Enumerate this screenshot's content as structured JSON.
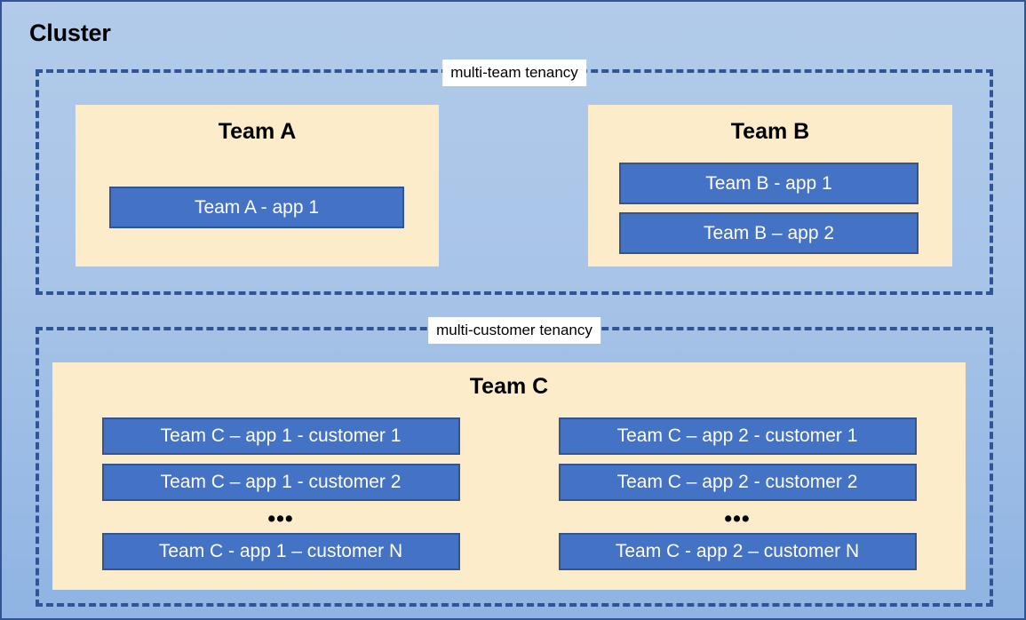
{
  "diagram": {
    "title": "Cluster",
    "colors": {
      "canvas_top": "#b2cbea",
      "canvas_bottom": "#8fb4e3",
      "border": "#2f5597",
      "dashed_group": "#2f5597",
      "team_panel": "#fcecc9",
      "app_box": "#4472c4",
      "app_box_border": "#2f5597",
      "app_box_text": "#ffffff",
      "label_background": "#ffffff",
      "text": "#000000"
    }
  },
  "groups": {
    "multi_team": {
      "label": "multi-team tenancy",
      "teams": [
        {
          "name": "Team A",
          "apps": [
            {
              "label": "Team A - app 1"
            }
          ]
        },
        {
          "name": "Team B",
          "apps": [
            {
              "label": "Team B - app 1"
            },
            {
              "label": "Team B – app 2"
            }
          ]
        }
      ]
    },
    "multi_customer": {
      "label": "multi-customer tenancy",
      "teams": [
        {
          "name": "Team C",
          "columns": [
            {
              "apps": [
                {
                  "label": "Team C – app 1 - customer 1"
                },
                {
                  "label": "Team C – app 1 - customer 2"
                }
              ],
              "ellipsis": "•••",
              "last_app": {
                "label": "Team C - app 1 – customer N"
              }
            },
            {
              "apps": [
                {
                  "label": "Team C – app 2 - customer 1"
                },
                {
                  "label": "Team C – app 2 - customer 2"
                }
              ],
              "ellipsis": "•••",
              "last_app": {
                "label": "Team C - app 2 – customer N"
              }
            }
          ]
        }
      ]
    }
  }
}
